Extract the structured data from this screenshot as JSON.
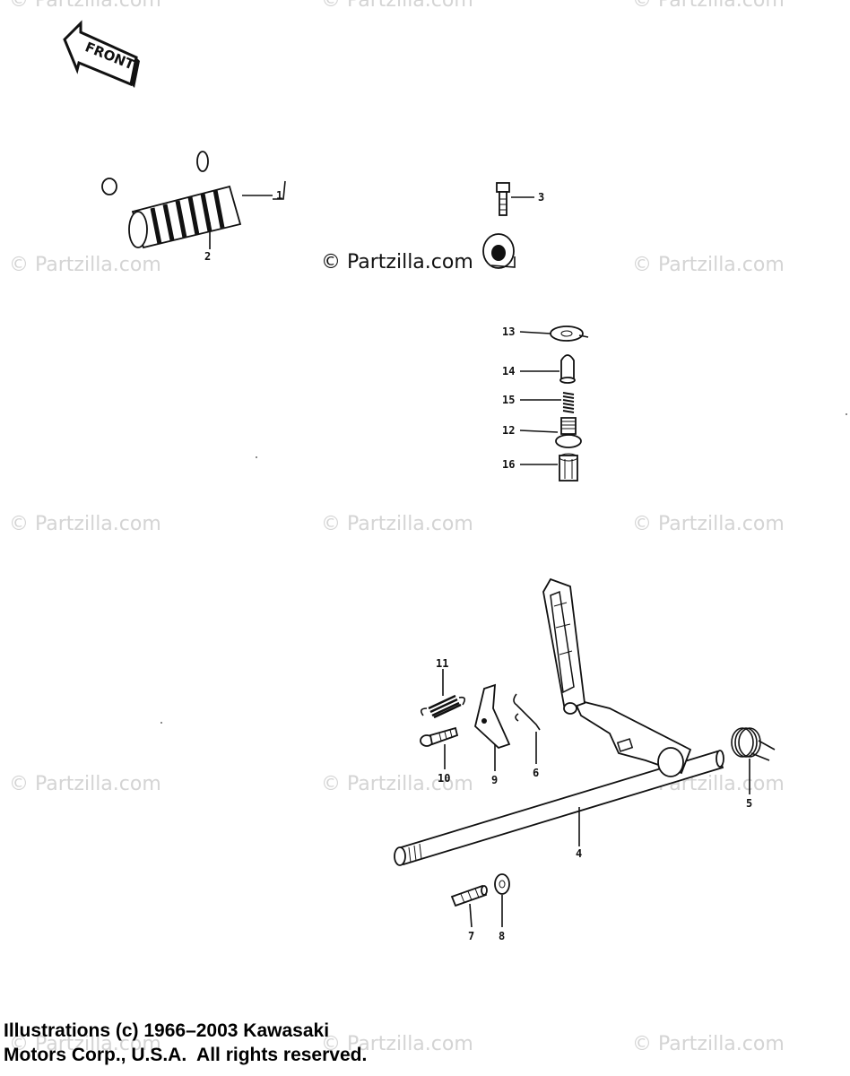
{
  "watermark": "© Partzilla.com",
  "front_label": "FRONT",
  "callouts": {
    "p1": "1",
    "p2": "2",
    "p3": "3",
    "p4": "4",
    "p5": "5",
    "p6": "6",
    "p7": "7",
    "p8": "8",
    "p9": "9",
    "p10": "10",
    "p11": "11",
    "p12": "12",
    "p13": "13",
    "p14": "14",
    "p15": "15",
    "p16": "16"
  },
  "copyright": {
    "line1": "Illustrations (c) 1966–2003 Kawasaki",
    "line2": "Motors Corp., U.S.A.  All rights reserved."
  }
}
